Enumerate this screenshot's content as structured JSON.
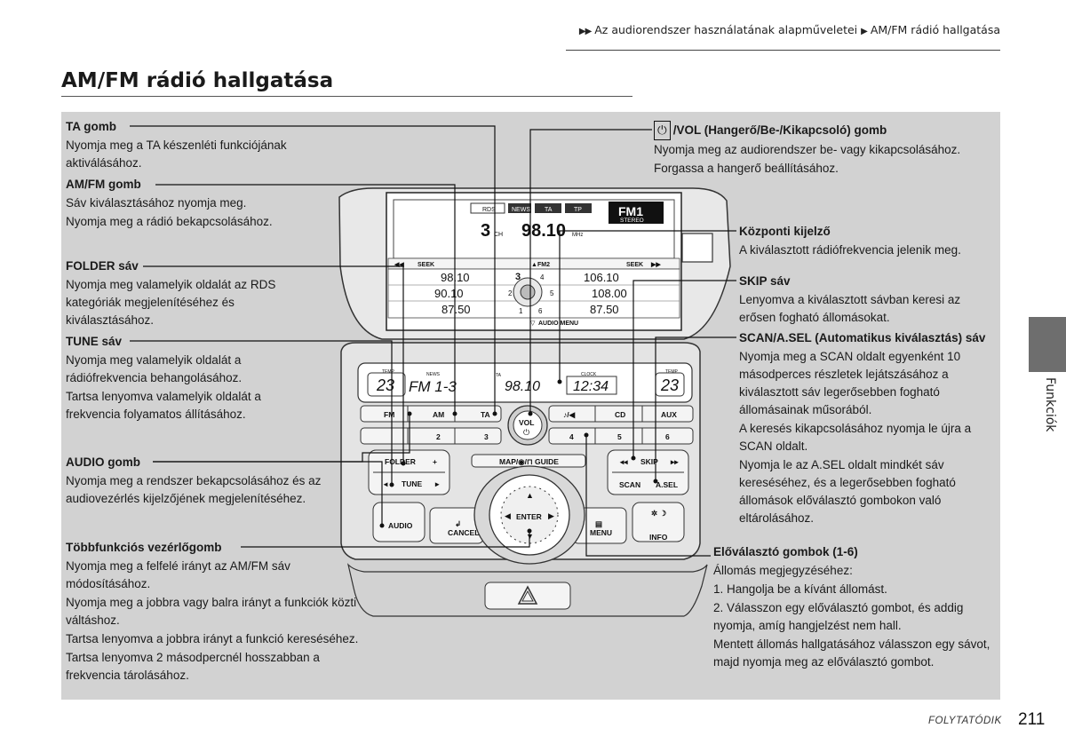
{
  "header": {
    "breadcrumb_1": "Az audiorendszer használatának alapműveletei",
    "breadcrumb_2": "AM/FM rádió hallgatása"
  },
  "page_title": "AM/FM rádió hallgatása",
  "side_tab": "Funkciók",
  "left_items": [
    {
      "head": "TA gomb",
      "lines": [
        "Nyomja meg a TA készenléti funkciójának aktiválásához."
      ]
    },
    {
      "head": "AM/FM gomb",
      "lines": [
        "Sáv kiválasztásához nyomja meg.",
        "Nyomja meg a rádió bekapcsolásához."
      ]
    },
    {
      "head": "FOLDER sáv",
      "lines": [
        "Nyomja meg valamelyik oldalát az RDS kategóriák megjelenítéséhez és kiválasztásához."
      ]
    },
    {
      "head": "TUNE sáv",
      "lines": [
        "Nyomja meg valamelyik oldalát a rádiófrekvencia behangolásához.",
        "Tartsa lenyomva valamelyik oldalát a frekvencia folyamatos állításához."
      ]
    },
    {
      "head": "AUDIO gomb",
      "lines": [
        "Nyomja meg a rendszer bekapcsolásához és az audiovezérlés kijelzőjének megjelenítéséhez."
      ]
    },
    {
      "head": "Többfunkciós vezérlőgomb",
      "lines": [
        "Nyomja meg a felfelé irányt az AM/FM sáv módosításához.",
        "Nyomja meg a jobbra vagy balra irányt a funkciók közti váltáshoz.",
        "Tartsa lenyomva a jobbra irányt a funkció kereséséhez.",
        "Tartsa lenyomva 2 másodpercnél hosszabban a frekvencia tárolásához."
      ]
    }
  ],
  "right_items": [
    {
      "head": "/VOL (Hangerő/Be-/Kikapcsoló) gomb",
      "lines": [
        "Nyomja meg az audiorendszer be- vagy kikapcsolásához.",
        "Forgassa a hangerő beállításához."
      ]
    },
    {
      "head": "Központi kijelző",
      "lines": [
        "A kiválasztott rádiófrekvencia jelenik meg."
      ]
    },
    {
      "head": "SKIP sáv",
      "lines": [
        "Lenyomva a kiválasztott sávban keresi az erősen fogható állomásokat."
      ]
    },
    {
      "head": "SCAN/A.SEL (Automatikus kiválasztás) sáv",
      "lines": [
        "Nyomja meg a SCAN oldalt egyenként 10 másodperces részletek lejátszásához a kiválasztott sáv legerősebben fogható állomásainak műsorából.",
        "A keresés kikapcsolásához nyomja le újra a SCAN oldalt.",
        "Nyomja le az A.SEL oldalt mindkét sáv kereséséhez, és a legerősebben fogható állomások előválasztó gombokon való eltárolásához."
      ]
    },
    {
      "head": "Előválasztó gombok (1-6)",
      "lines": [
        "Állomás megjegyzéséhez:",
        "1.  Hangolja be a kívánt állomást.",
        "2.  Válasszon egy előválasztó gombot, és addig nyomja, amíg hangjelzést nem hall.",
        "Mentett állomás hallgatásához válasszon egy sávot, majd nyomja meg az előválasztó gombot."
      ]
    }
  ],
  "device": {
    "screen": {
      "indicators": [
        "RDS",
        "NEWS",
        "TA",
        "TP"
      ],
      "band_badge": "FM1",
      "stereo": "STEREO",
      "channel": "3",
      "channel_suffix": "CH",
      "frequency": "98.10",
      "freq_unit": "MHz",
      "seek_left": "SEEK",
      "seek_right": "SEEK",
      "band_mid": "FM2",
      "presets_left": [
        "98.10",
        "90.10",
        "87.50"
      ],
      "presets_right": [
        "106.10",
        "108.00",
        "87.50"
      ],
      "dial_numbers": [
        "3",
        "2",
        "1",
        "4",
        "5",
        "6"
      ],
      "audio_menu": "AUDIO MENU"
    },
    "strip": {
      "temp_left": "23",
      "temp_right": "23",
      "temp_label": "TEMP",
      "band_text": "FM 1-3",
      "news_label": "NEWS",
      "ta_label": "TA",
      "freq_text": "98.10",
      "clock_label": "CLOCK",
      "clock_text": "12:34"
    },
    "buttons": {
      "fm": "FM",
      "am": "AM",
      "ta": "TA",
      "vol": "VOL",
      "music": "♪/◀",
      "cd": "CD",
      "aux": "AUX",
      "presets": [
        "2",
        "3",
        "4",
        "5",
        "6"
      ],
      "folder": "FOLDER",
      "tune": "TUNE",
      "skip": "SKIP",
      "scan": "SCAN",
      "asel": "A.SEL",
      "audio": "AUDIO",
      "map_guide": "MAP/◉/⊓ GUIDE",
      "enter": "ENTER",
      "cancel": "CANCEL",
      "menu": "MENU",
      "info": "INFO"
    }
  },
  "footer": {
    "continued": "FOLYTATÓDIK",
    "page_number": "211"
  }
}
